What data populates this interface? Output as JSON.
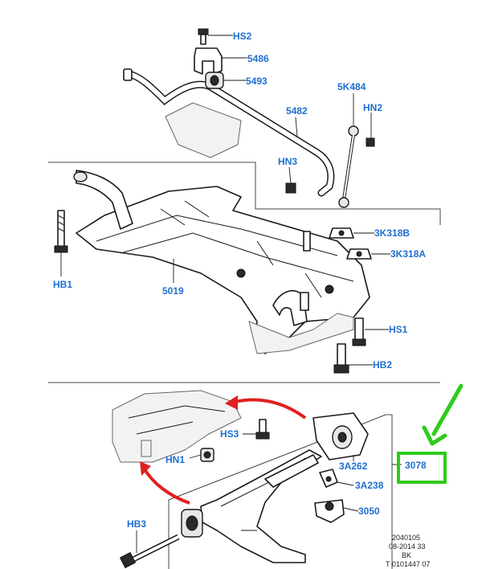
{
  "labels": {
    "hs2": "HS2",
    "p5486": "5486",
    "p5493": "5493",
    "p5k484": "5K484",
    "hn2": "HN2",
    "p5482": "5482",
    "hn3": "HN3",
    "p3k318b": "3K318B",
    "p3k318a": "3K318A",
    "hb1": "HB1",
    "p5019": "5019",
    "hs1": "HS1",
    "hb2": "HB2",
    "hs3": "HS3",
    "hn1": "HN1",
    "p3a262": "3A262",
    "p3078": "3078",
    "p3a238": "3A238",
    "p3050": "3050",
    "hb3": "HB3"
  },
  "reference": {
    "line1": "2040105",
    "line2": "08-2014 33",
    "line3": "BK",
    "line4": "T 0101447 07"
  },
  "colors": {
    "label": "#1f6fd1",
    "highlight_box": "#2ecc1a",
    "highlight_arrow": "#2ecc1a",
    "motion_arrow": "#e02020"
  }
}
